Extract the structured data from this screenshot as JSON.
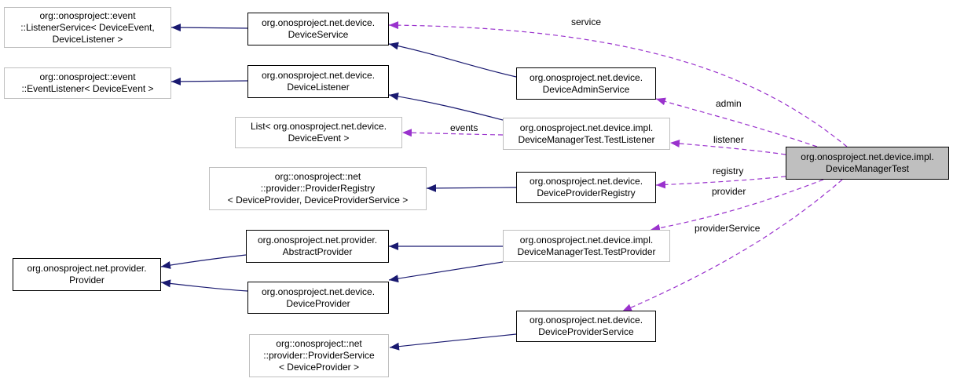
{
  "colors": {
    "inheritance": "#191970",
    "usage": "#9a32cd",
    "focus_fill": "#bfbfbf",
    "external_border": "#bfbfbf"
  },
  "nodes": {
    "listener_service": [
      "org::onosproject::event",
      "::ListenerService< DeviceEvent,",
      "DeviceListener >"
    ],
    "device_service": [
      "org.onosproject.net.device.",
      "DeviceService"
    ],
    "event_listener": [
      "org::onosproject::event",
      "::EventListener< DeviceEvent >"
    ],
    "device_listener": [
      "org.onosproject.net.device.",
      "DeviceListener"
    ],
    "device_admin_service": [
      "org.onosproject.net.device.",
      "DeviceAdminService"
    ],
    "list_device_event": [
      "List< org.onosproject.net.device.",
      "DeviceEvent >"
    ],
    "test_listener": [
      "org.onosproject.net.device.impl.",
      "DeviceManagerTest.TestListener"
    ],
    "device_manager_test": [
      "org.onosproject.net.device.impl.",
      "DeviceManagerTest"
    ],
    "provider_registry": [
      "org::onosproject::net",
      "::provider::ProviderRegistry",
      "< DeviceProvider, DeviceProviderService >"
    ],
    "device_provider_registry": [
      "org.onosproject.net.device.",
      "DeviceProviderRegistry"
    ],
    "abstract_provider": [
      "org.onosproject.net.provider.",
      "AbstractProvider"
    ],
    "test_provider": [
      "org.onosproject.net.device.impl.",
      "DeviceManagerTest.TestProvider"
    ],
    "provider": [
      "org.onosproject.net.provider.",
      "Provider"
    ],
    "device_provider": [
      "org.onosproject.net.device.",
      "DeviceProvider"
    ],
    "device_provider_service": [
      "org.onosproject.net.device.",
      "DeviceProviderService"
    ],
    "provider_service": [
      "org::onosproject::net",
      "::provider::ProviderService",
      "< DeviceProvider >"
    ]
  },
  "edge_labels": {
    "service": "service",
    "admin": "admin",
    "events": "events",
    "listener": "listener",
    "registry": "registry",
    "provider": "provider",
    "provider_service": "providerService"
  }
}
